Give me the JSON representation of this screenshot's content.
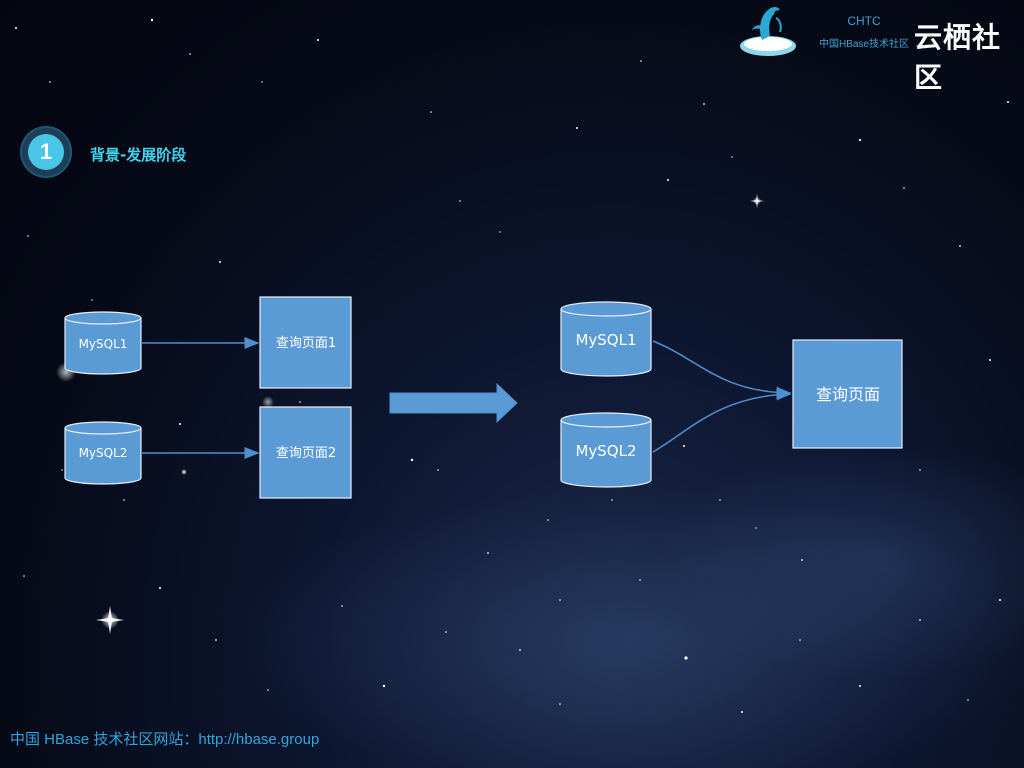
{
  "header": {
    "chtc_label": "CHTC",
    "chtc_sub_label": "中国HBase技术社区",
    "brand_text": "云栖社区"
  },
  "section": {
    "number": "1",
    "title": "背景-发展阶段"
  },
  "diagram": {
    "before": {
      "databases": [
        "MySQL1",
        "MySQL2"
      ],
      "query_pages": [
        "查询页面1",
        "查询页面2"
      ]
    },
    "after": {
      "databases": [
        "MySQL1",
        "MySQL2"
      ],
      "query_page": "查询页面"
    }
  },
  "footer": {
    "text": "中国 HBase 技术社区网站：http://hbase.group"
  },
  "colors": {
    "box_fill": "#5b9bd5",
    "box_stroke": "#e8eef7",
    "arrow": "#4f8fd0",
    "accent": "#3fd3ec"
  }
}
